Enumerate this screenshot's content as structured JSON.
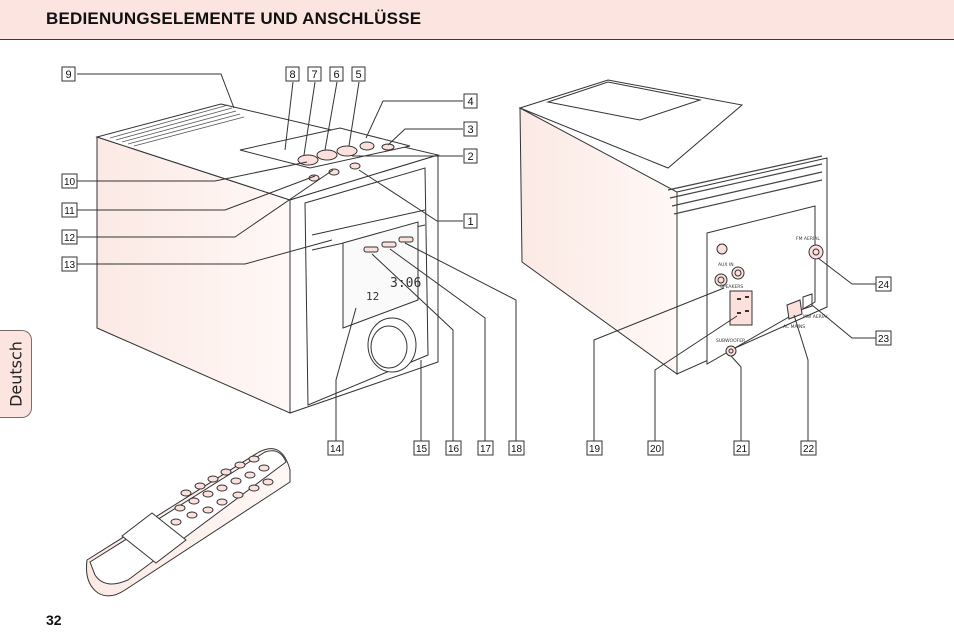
{
  "header": {
    "title": "BEDIENUNGSELEMENTE UND ANSCHLÜSSE"
  },
  "side_tab": {
    "label": "Deutsch"
  },
  "page_number": "32",
  "callouts": [
    "9",
    "8",
    "7",
    "6",
    "5",
    "4",
    "3",
    "2",
    "10",
    "11",
    "12",
    "13",
    "1",
    "14",
    "15",
    "16",
    "17",
    "18",
    "19",
    "20",
    "21",
    "22",
    "23",
    "24"
  ],
  "device_text": {
    "display_time": "3:06",
    "display_track": "12",
    "aux_in": "AUX IN",
    "fm_aerial": "FM AERIAL",
    "speakers": "SPEAKERS",
    "subwoofer": "SUBWOOFER",
    "ac_mains": "AC MAINS",
    "mw_aerial": "MW AERIAL"
  },
  "colors": {
    "tint": "#fce4e1",
    "line": "#333333"
  }
}
